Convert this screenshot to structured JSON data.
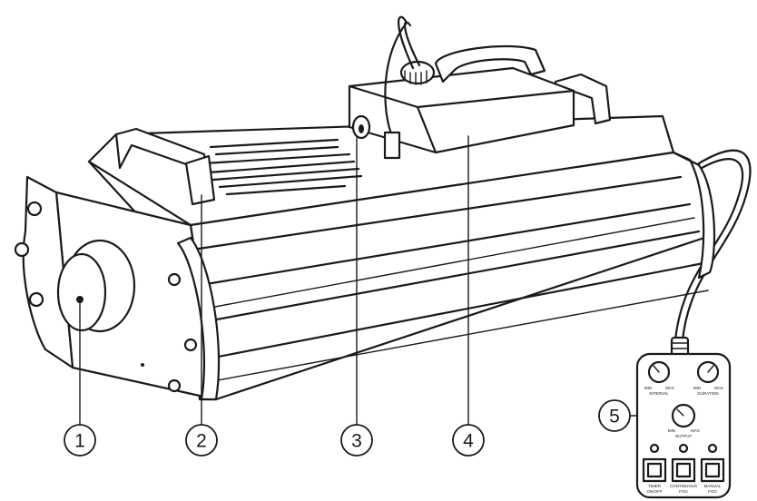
{
  "callouts": [
    {
      "number": "1",
      "part": "fog-nozzle"
    },
    {
      "number": "2",
      "part": "carry-handle"
    },
    {
      "number": "3",
      "part": "fluid-tube-fitting"
    },
    {
      "number": "4",
      "part": "fluid-tank"
    },
    {
      "number": "5",
      "part": "remote-controller"
    }
  ],
  "remote": {
    "knobs": [
      {
        "label": "INTERVAL",
        "min": "MIN",
        "max": "MAX"
      },
      {
        "label": "DURATION",
        "min": "MIN",
        "max": "MAX"
      },
      {
        "label": "OUTPUT",
        "min": "MIN",
        "max": "MAX"
      }
    ],
    "buttons": [
      {
        "label_line1": "TIMER",
        "label_line2": "ON/OFF"
      },
      {
        "label_line1": "CONTINUOUS",
        "label_line2": "FOG"
      },
      {
        "label_line1": "MANUAL",
        "label_line2": "FOG"
      }
    ]
  },
  "colors": {
    "line": "#1a1a1a",
    "background": "#ffffff"
  }
}
